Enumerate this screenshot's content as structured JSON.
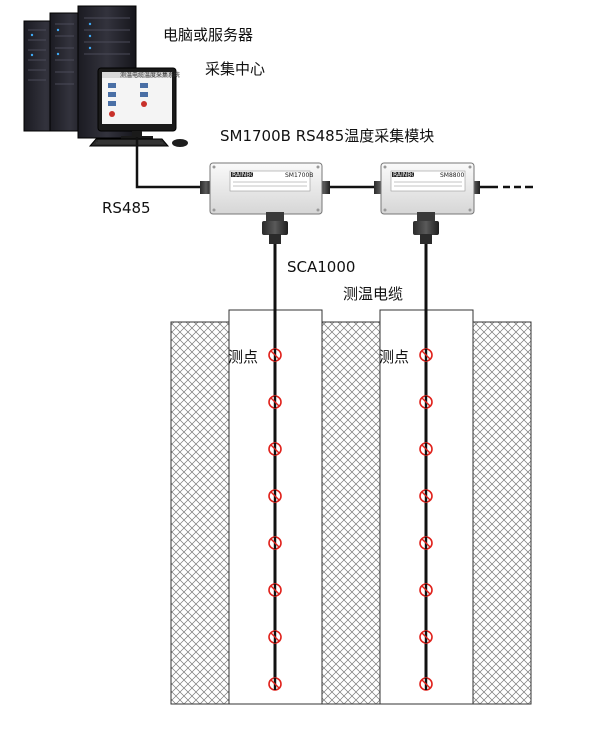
{
  "labels": {
    "center_line1": "电脑或服务器",
    "center_line2": "采集中心",
    "module": "SM1700B  RS485温度采集模块",
    "bus": "RS485",
    "cable_model": "SCA1000",
    "cable_name": "测温电缆",
    "point_left": "测点",
    "point_right": "测点"
  },
  "module_box": {
    "brand_text": "RAINBOW",
    "model_text_left": "SM1700B",
    "model_text_right": "SM8800",
    "subtitle_text": "SM1700B  RS485温度采集模块"
  },
  "monitor": {
    "screen_title": "测温电缆温度采集系统"
  },
  "measurement_points": {
    "per_cable": 8,
    "cable_count": 2,
    "marker_color": "#e0221c"
  },
  "colors": {
    "wall_hatch": "#6b6b6b",
    "cable": "#111111",
    "module_body": "#eeeeee",
    "monitor_frame": "#1a1a1a"
  }
}
